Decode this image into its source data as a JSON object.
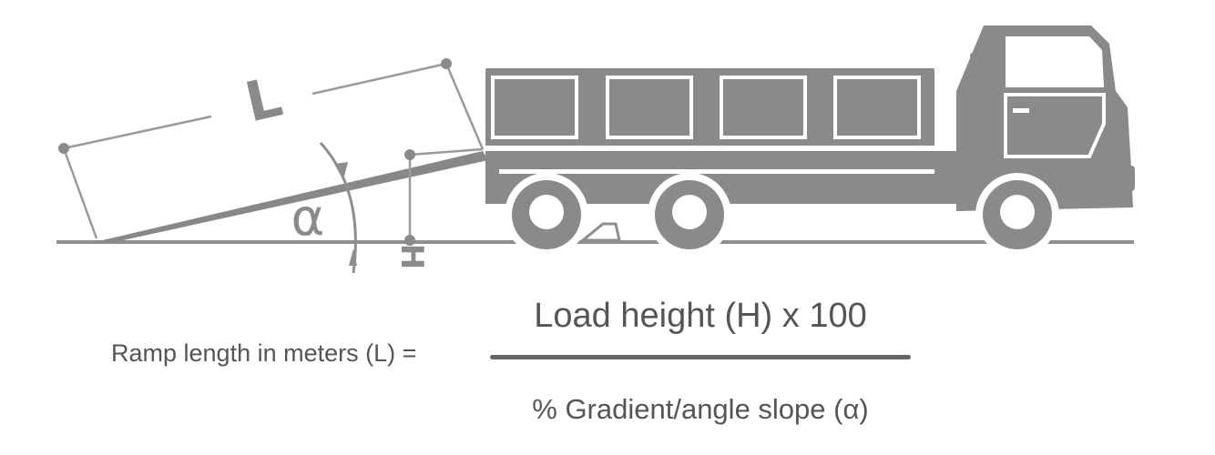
{
  "diagram": {
    "label_length": "L",
    "label_angle": "α",
    "label_height": "H",
    "icons": [
      "truck-icon",
      "ramp-icon",
      "wheel-chock-icon"
    ],
    "colors": {
      "truck": "#8a8a8a",
      "line": "#999999",
      "text": "#555555"
    }
  },
  "formula": {
    "lhs": "Ramp length in meters (L) =",
    "numerator": "Load height (H)  x 100",
    "denominator": "% Gradient/angle slope (α)"
  }
}
